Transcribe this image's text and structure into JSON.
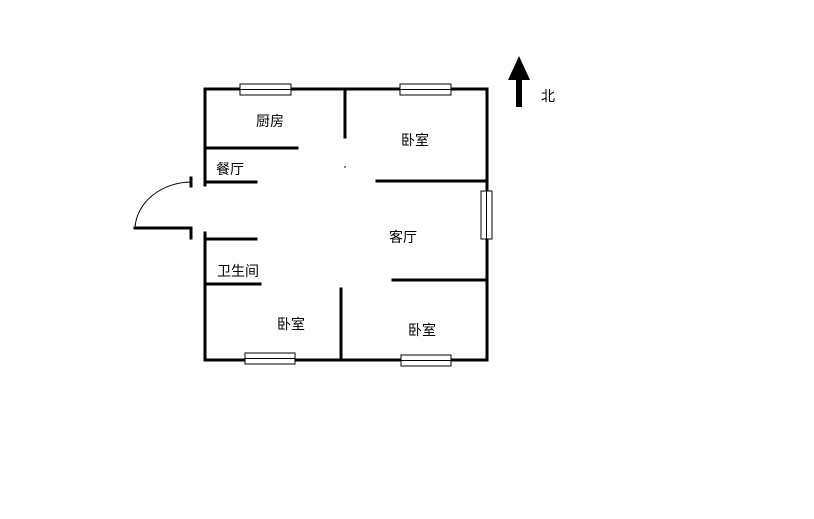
{
  "rooms": {
    "kitchen": "厨房",
    "dining": "餐厅",
    "bathroom": "卫生间",
    "bedroom_top": "卧室",
    "living": "客厅",
    "bedroom_bottom_left": "卧室",
    "bedroom_bottom_right": "卧室"
  },
  "compass": {
    "north_label": "北",
    "north_icon": "north-arrow-icon"
  }
}
